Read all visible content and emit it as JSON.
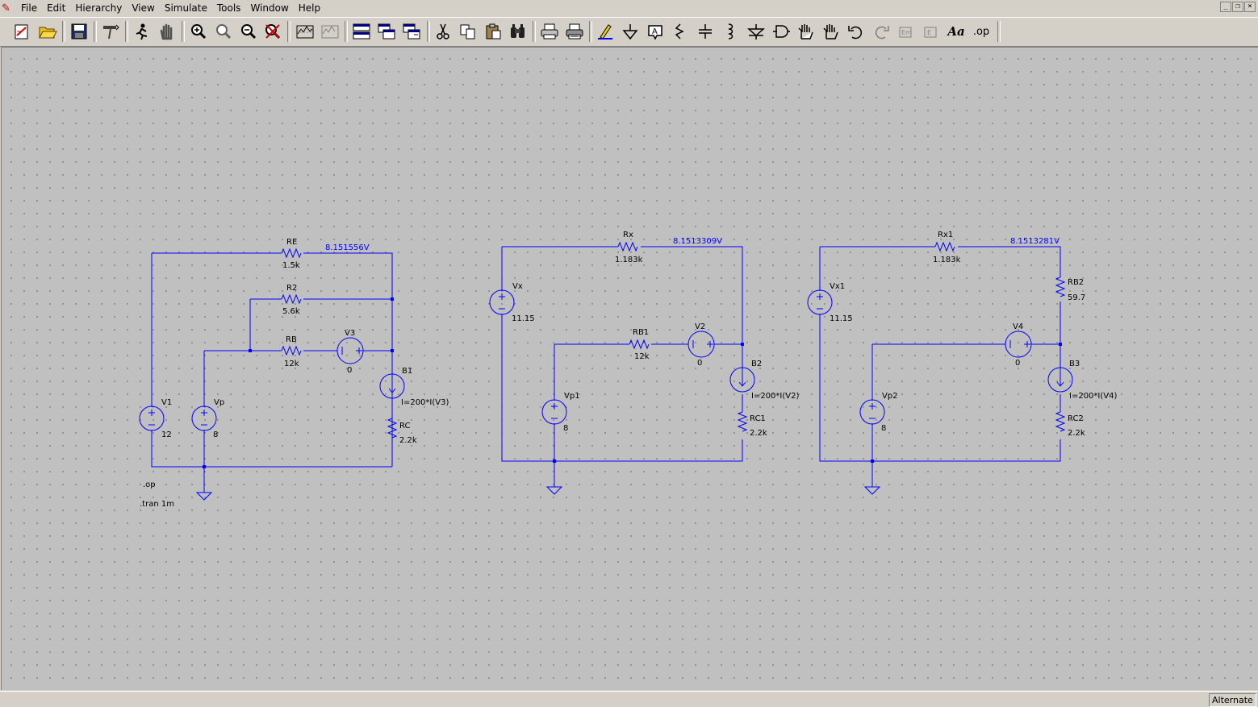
{
  "menu": [
    "File",
    "Edit",
    "Hierarchy",
    "View",
    "Simulate",
    "Tools",
    "Window",
    "Help"
  ],
  "window_controls": [
    "_",
    "❐",
    "×"
  ],
  "toolbar_icons": [
    "new-schematic-icon",
    "open-icon",
    "save-icon",
    "control-panel-icon",
    "run-icon",
    "halt-icon",
    "zoom-in-icon",
    "zoom-pan-icon",
    "zoom-out-icon",
    "zoom-fit-icon",
    "autorange-icon",
    "pick-visible-icon",
    "tile-horizontal-icon",
    "cascade-icon",
    "tile-vertical-icon",
    "cut-icon",
    "copy-icon",
    "paste-icon",
    "find-icon",
    "print-setup-icon",
    "print-icon",
    "draw-wire-icon",
    "ground-icon",
    "label-net-icon",
    "resistor-icon",
    "capacitor-icon",
    "inductor-icon",
    "diode-icon",
    "component-icon",
    "move-icon",
    "drag-icon",
    "undo-icon",
    "redo-icon",
    "rotate-icon",
    "mirror-icon",
    "text-icon",
    "spice-directive-icon"
  ],
  "toolbar_text": {
    "text_tool": "Aa",
    "spice_directive": ".op"
  },
  "colors": {
    "wire": "#0000ff",
    "component": "#0000ff",
    "background": "#c0c0c0",
    "node_label": "#0000ff"
  },
  "circuit1": {
    "RE": {
      "name": "RE",
      "value": "1.5k"
    },
    "R2": {
      "name": "R2",
      "value": "5.6k"
    },
    "RB": {
      "name": "RB",
      "value": "12k"
    },
    "V3": {
      "name": "V3",
      "value": "0"
    },
    "B1": {
      "name": "B1",
      "value": "I=200*I(V3)"
    },
    "RC": {
      "name": "RC",
      "value": "2.2k"
    },
    "V1": {
      "name": "V1",
      "value": "12"
    },
    "Vp": {
      "name": "Vp",
      "value": "8"
    },
    "node_voltage": "8.151556V",
    "directives": [
      ".op",
      ".tran 1m"
    ]
  },
  "circuit2": {
    "Rx": {
      "name": "Rx",
      "value": "1.183k"
    },
    "Vx": {
      "name": "Vx",
      "value": "11.15"
    },
    "RB1": {
      "name": "RB1",
      "value": "12k"
    },
    "V2": {
      "name": "V2",
      "value": "0"
    },
    "B2": {
      "name": "B2",
      "value": "I=200*I(V2)"
    },
    "RC1": {
      "name": "RC1",
      "value": "2.2k"
    },
    "Vp1": {
      "name": "Vp1",
      "value": "8"
    },
    "node_voltage": "8.1513309V"
  },
  "circuit3": {
    "Rx1": {
      "name": "Rx1",
      "value": "1.183k"
    },
    "Vx1": {
      "name": "Vx1",
      "value": "11.15"
    },
    "RB2": {
      "name": "RB2",
      "value": "59.7"
    },
    "V4": {
      "name": "V4",
      "value": "0"
    },
    "B3": {
      "name": "B3",
      "value": "I=200*I(V4)"
    },
    "RC2": {
      "name": "RC2",
      "value": "2.2k"
    },
    "Vp2": {
      "name": "Vp2",
      "value": "8"
    },
    "node_voltage": "8.1513281V"
  },
  "status": {
    "text": "Alternate"
  }
}
